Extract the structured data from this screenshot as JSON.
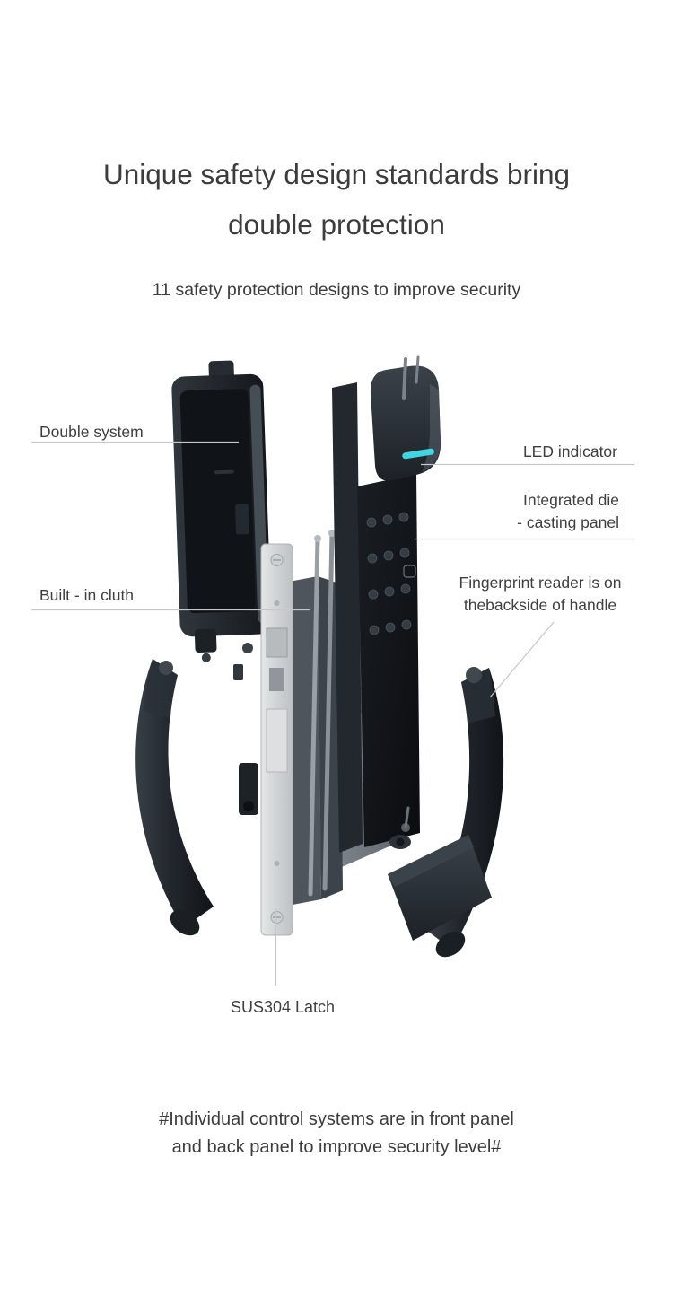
{
  "header": {
    "title_line1": "Unique safety design standards bring",
    "title_line2": "double protection",
    "subtitle": "11 safety protection designs to improve security"
  },
  "callouts": {
    "double_system": {
      "label": "Double system"
    },
    "led_indicator": {
      "label": "LED indicator"
    },
    "die_casting": {
      "line1": "Integrated die",
      "line2": "- casting panel"
    },
    "built_in_clutch": {
      "label": "Built - in cluth"
    },
    "fingerprint": {
      "line1": "Fingerprint reader is on",
      "line2": "thebackside of handle"
    },
    "latch": {
      "label": "SUS304 Latch"
    }
  },
  "footer": {
    "line1": "#Individual control systems are in front panel",
    "line2": "and back panel to improve security level#"
  },
  "colors": {
    "led_accent": "#3fd6e0",
    "leader_line": "#c6c6c6",
    "text": "#3c3c3c",
    "panel_dark": "#1c2126",
    "metal_light": "#d0d3d5"
  }
}
